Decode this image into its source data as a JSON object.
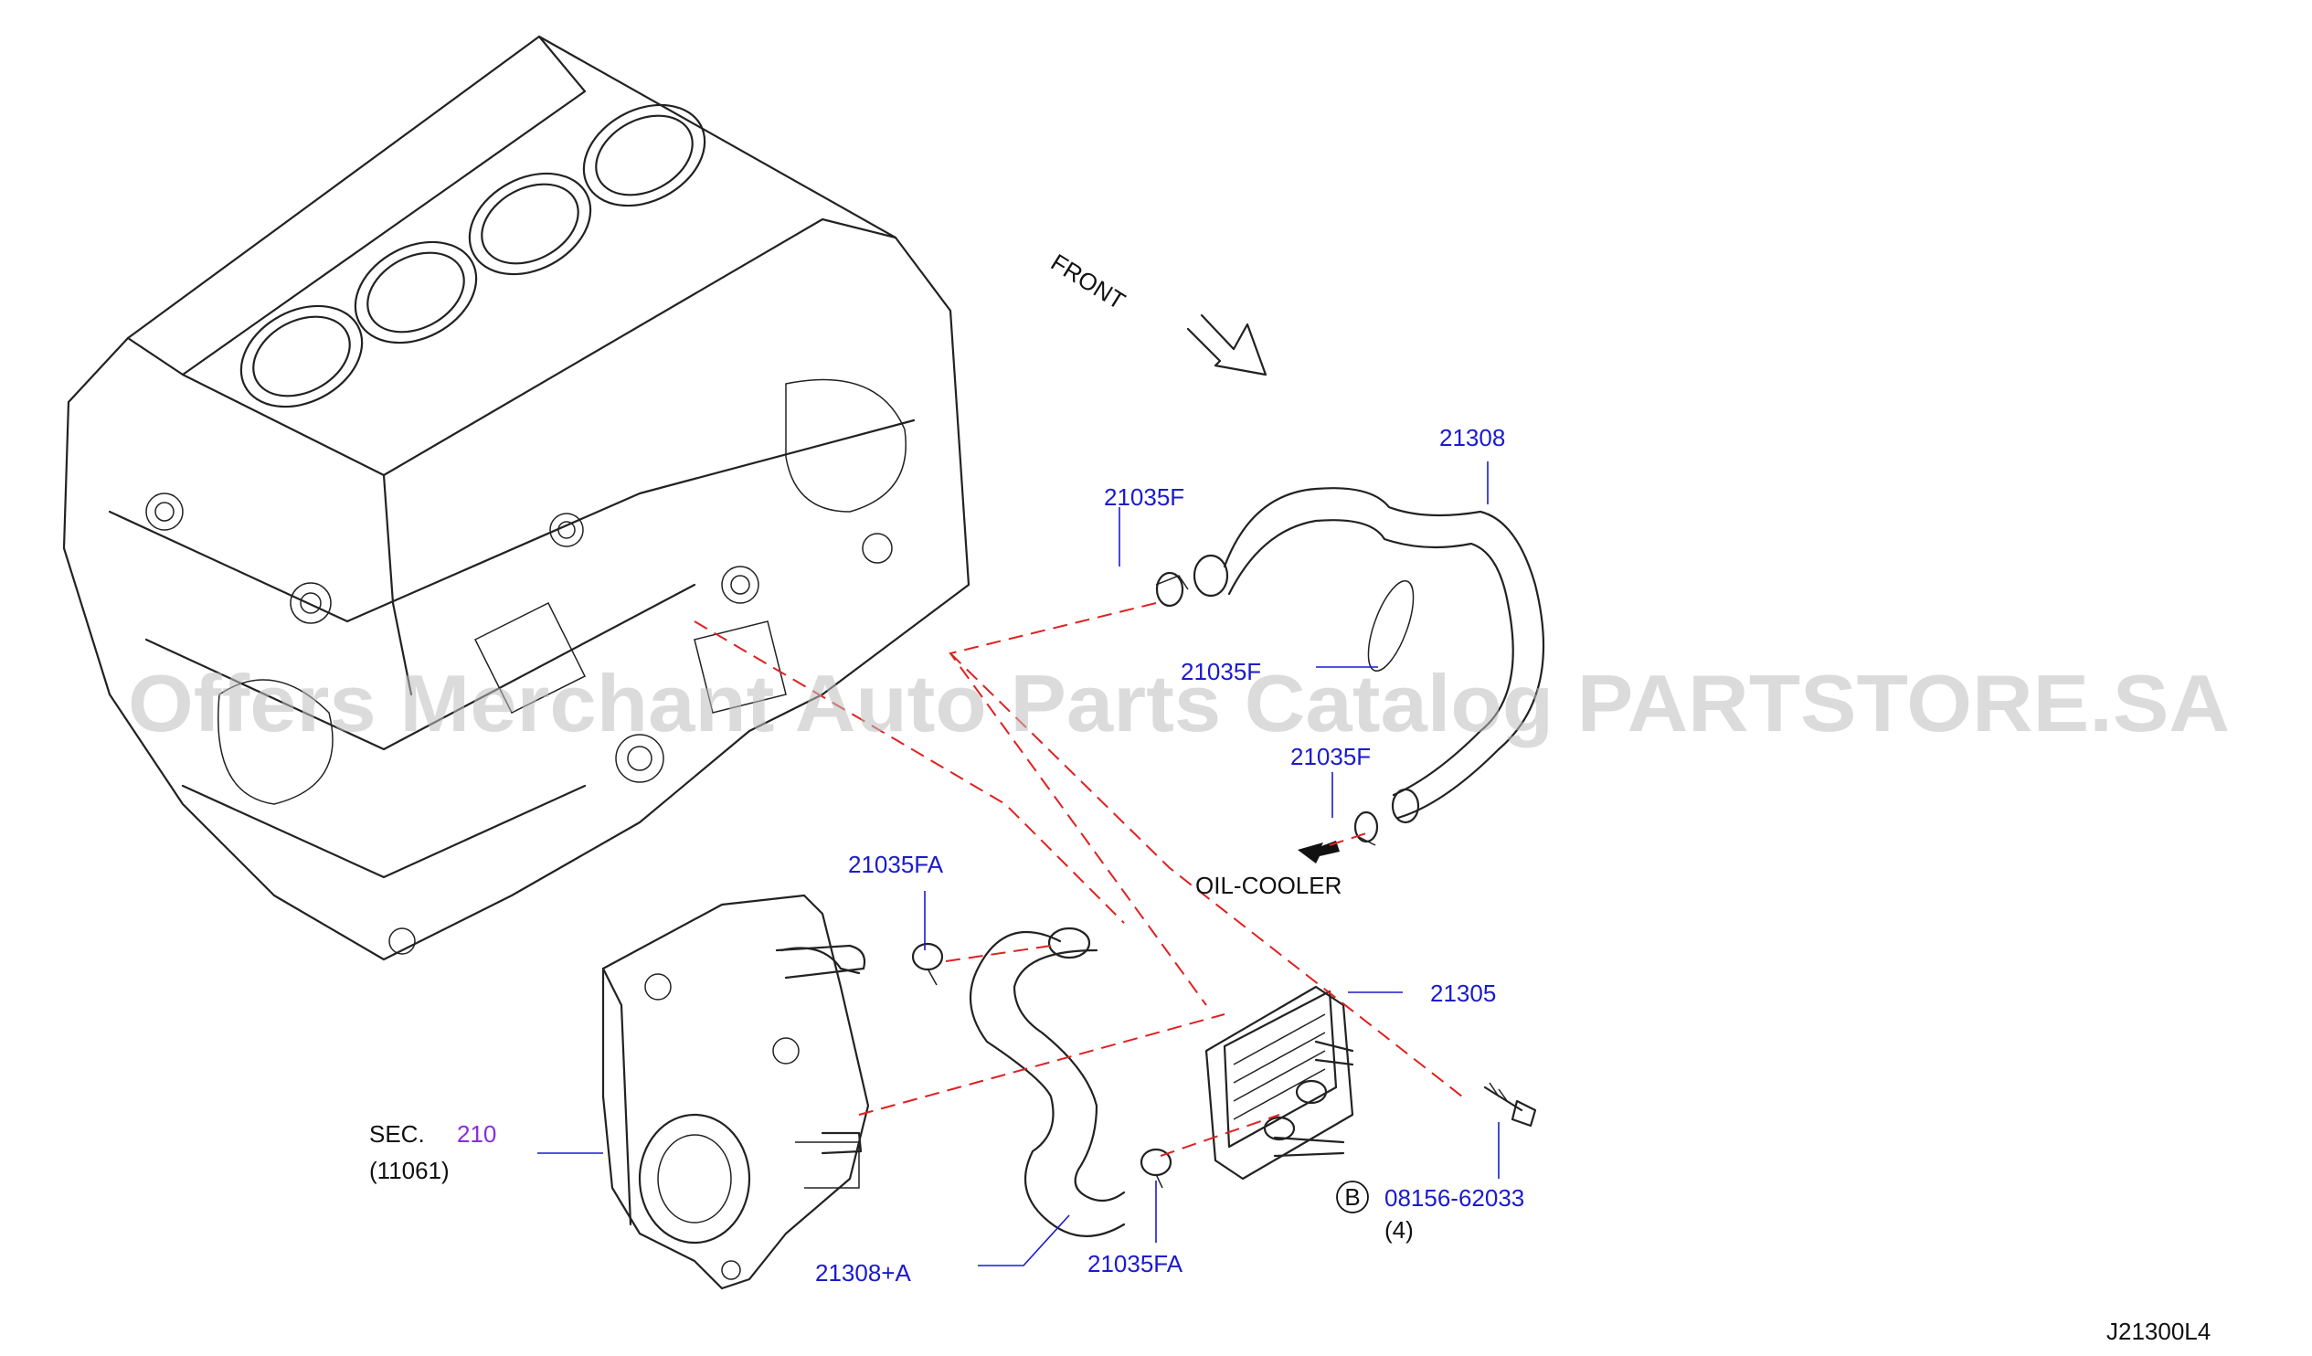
{
  "diagram": {
    "code": "J21300L4",
    "front_label": "FRONT",
    "oil_cooler_label": "OIL-COOLER",
    "section": {
      "prefix": "SEC.",
      "number": "210",
      "sub": "(11061)"
    },
    "watermark": "Offers Merchant Auto Parts Catalog PARTSTORE.SA",
    "parts": {
      "hose_upper": "21308",
      "clamp_upper_left": "21035F",
      "clamp_upper_mid": "21035F",
      "clamp_upper_lower": "21035F",
      "clamp_lower_left": "21035FA",
      "clamp_lower_right": "21035FA",
      "hose_lower": "21308+A",
      "oil_cooler": "21305",
      "bolt": "08156-62033",
      "bolt_qty": "(4)",
      "bolt_marker": "B"
    },
    "colors": {
      "part_number": "#1a1ad0",
      "section_link": "#8a2be2",
      "dash_line": "#e02020",
      "line_art": "#222222"
    }
  }
}
